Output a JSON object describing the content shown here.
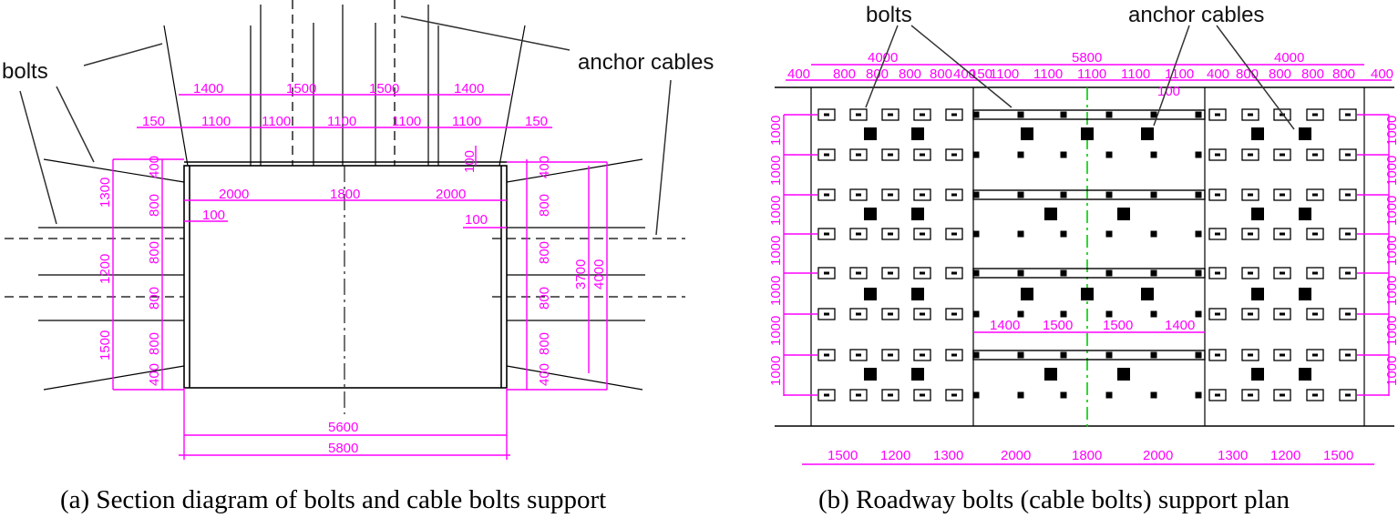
{
  "section_a": {
    "caption": "(a) Section diagram of bolts and cable bolts support",
    "label_bolts": "bolts",
    "label_anchor": "anchor cables",
    "top_spacing": [
      "1400",
      "1500",
      "1500",
      "1400"
    ],
    "top_bolt_spacing": [
      "1100",
      "1100",
      "1100",
      "1100",
      "1100"
    ],
    "top_edge": "150",
    "width_inner": [
      "2000",
      "1800",
      "2000"
    ],
    "offset_top": "100",
    "offset_left": "100",
    "offset_right": "100",
    "left_outer": [
      "1300",
      "1200",
      "1500"
    ],
    "wall_spacing": [
      "400",
      "800",
      "800",
      "800",
      "800",
      "400"
    ],
    "right_heights": [
      "3700",
      "4000"
    ],
    "bottom_inner": "5600",
    "bottom_outer": "5800"
  },
  "section_b": {
    "caption": "(b) Roadway bolts (cable bolts) support plan",
    "label_bolts": "bolts",
    "label_anchor": "anchor cables",
    "top_totals": [
      "4000",
      "5800",
      "4000"
    ],
    "top_left": [
      "400",
      "800",
      "800",
      "800",
      "800",
      "400"
    ],
    "top_mid": [
      "150",
      "1100",
      "1100",
      "1100",
      "1100",
      "1100"
    ],
    "top_right": [
      "400",
      "800",
      "800",
      "800",
      "800",
      "400"
    ],
    "center_offset": "100",
    "row_spacing": "1000",
    "cable_spacing": [
      "1400",
      "1500",
      "1500",
      "1400"
    ],
    "bottom_dims": [
      "1500",
      "1200",
      "1300",
      "2000",
      "1800",
      "2000",
      "1300",
      "1200",
      "1500"
    ]
  }
}
